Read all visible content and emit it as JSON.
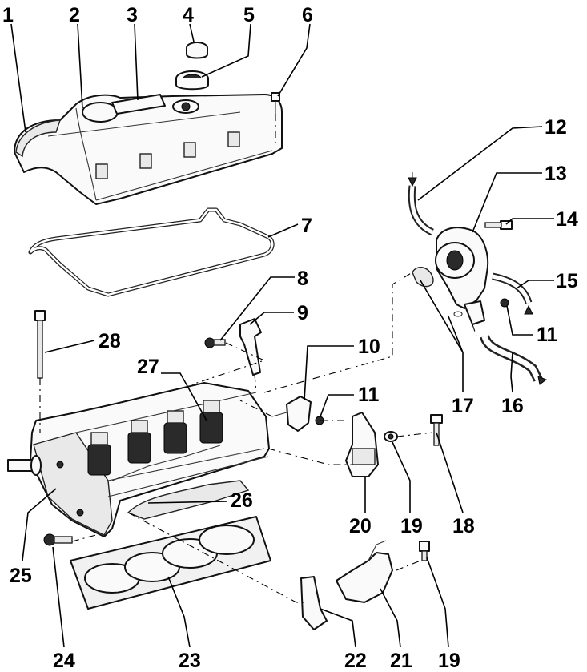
{
  "callouts": [
    {
      "id": "p1",
      "text": "1"
    },
    {
      "id": "p2",
      "text": "2"
    },
    {
      "id": "p3",
      "text": "3"
    },
    {
      "id": "p4",
      "text": "4"
    },
    {
      "id": "p5",
      "text": "5"
    },
    {
      "id": "p6",
      "text": "6"
    },
    {
      "id": "p7",
      "text": "7"
    },
    {
      "id": "p8",
      "text": "8"
    },
    {
      "id": "p9",
      "text": "9"
    },
    {
      "id": "p10",
      "text": "10"
    },
    {
      "id": "p11a",
      "text": "11"
    },
    {
      "id": "p11b",
      "text": "11"
    },
    {
      "id": "p12",
      "text": "12"
    },
    {
      "id": "p13",
      "text": "13"
    },
    {
      "id": "p14",
      "text": "14"
    },
    {
      "id": "p15",
      "text": "15"
    },
    {
      "id": "p16",
      "text": "16"
    },
    {
      "id": "p17",
      "text": "17"
    },
    {
      "id": "p18",
      "text": "18"
    },
    {
      "id": "p19a",
      "text": "19"
    },
    {
      "id": "p19b",
      "text": "19"
    },
    {
      "id": "p20",
      "text": "20"
    },
    {
      "id": "p21",
      "text": "21"
    },
    {
      "id": "p22",
      "text": "22"
    },
    {
      "id": "p23",
      "text": "23"
    },
    {
      "id": "p24",
      "text": "24"
    },
    {
      "id": "p25",
      "text": "25"
    },
    {
      "id": "p26",
      "text": "26"
    },
    {
      "id": "p27",
      "text": "27"
    },
    {
      "id": "p28",
      "text": "28"
    }
  ]
}
